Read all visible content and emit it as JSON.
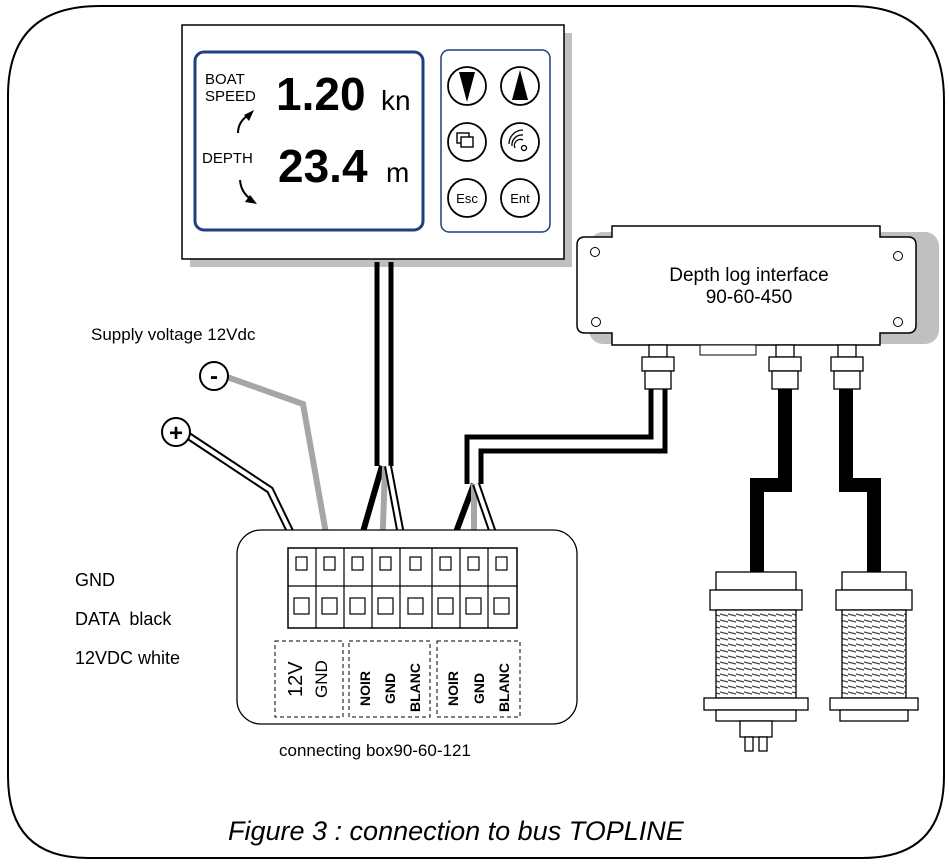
{
  "display": {
    "speed_label_line1": "BOAT",
    "speed_label_line2": "SPEED",
    "speed_value": "1.20",
    "speed_unit": "kn",
    "depth_label": "DEPTH",
    "depth_value": "23.4",
    "depth_unit": "m",
    "buttons": {
      "esc": "Esc",
      "ent": "Ent"
    }
  },
  "supply": {
    "label": "Supply voltage 12Vdc",
    "minus": "-",
    "plus": "+"
  },
  "interface": {
    "title": "Depth log interface",
    "part_number": "90-60-450"
  },
  "legend": {
    "gnd": "GND",
    "data": "DATA  black",
    "vdc": "12VDC white"
  },
  "connecting_box": {
    "caption": "connecting box90-60-121",
    "group1": {
      "a": "12V",
      "b": "GND"
    },
    "group2": {
      "a": "NOIR",
      "b": "GND",
      "c": "BLANC"
    },
    "group3": {
      "a": "NOIR",
      "b": "GND",
      "c": "BLANC"
    }
  },
  "figure_caption": "Figure 3 : connection to bus TOPLINE",
  "colors": {
    "display_border": "#1f3f7f",
    "grey_wire": "#a6a6a6",
    "shadow": "#c0c0c0"
  }
}
